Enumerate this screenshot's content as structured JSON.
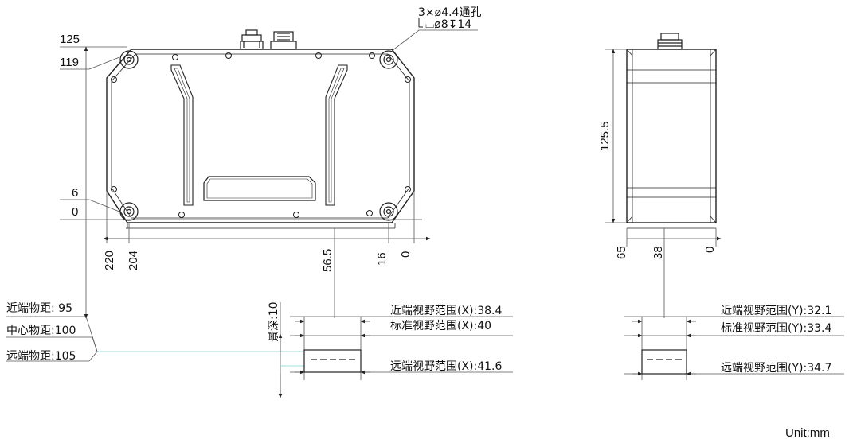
{
  "front_view": {
    "hole_callout_line1": "3×ø4.4通孔",
    "hole_callout_line2": "⌴ø8↧14",
    "dims_left": [
      "125",
      "119",
      "6",
      "0"
    ],
    "dims_bottom": [
      "220",
      "204",
      "56.5",
      "16",
      "0"
    ]
  },
  "side_view": {
    "height_dim": "125.5",
    "dims_bottom": [
      "65",
      "38",
      "0"
    ]
  },
  "distances": {
    "near": "近端物距: 95",
    "center": "中心物距:100",
    "far": "远端物距:105",
    "depth_of_field": "景深:10"
  },
  "fov_x": {
    "near": "近端视野范围(X):38.4",
    "standard": "标准视野范围(X):40",
    "far": "远端视野范围(X):41.6"
  },
  "fov_y": {
    "near": "近端视野范围(Y):32.1",
    "standard": "标准视野范围(Y):33.4",
    "far": "远端视野范围(Y):34.7"
  },
  "unit_label": "Unit:mm",
  "colors": {
    "line": "#222222",
    "dim": "#555555",
    "depth_mark": "#7fd4d4"
  }
}
